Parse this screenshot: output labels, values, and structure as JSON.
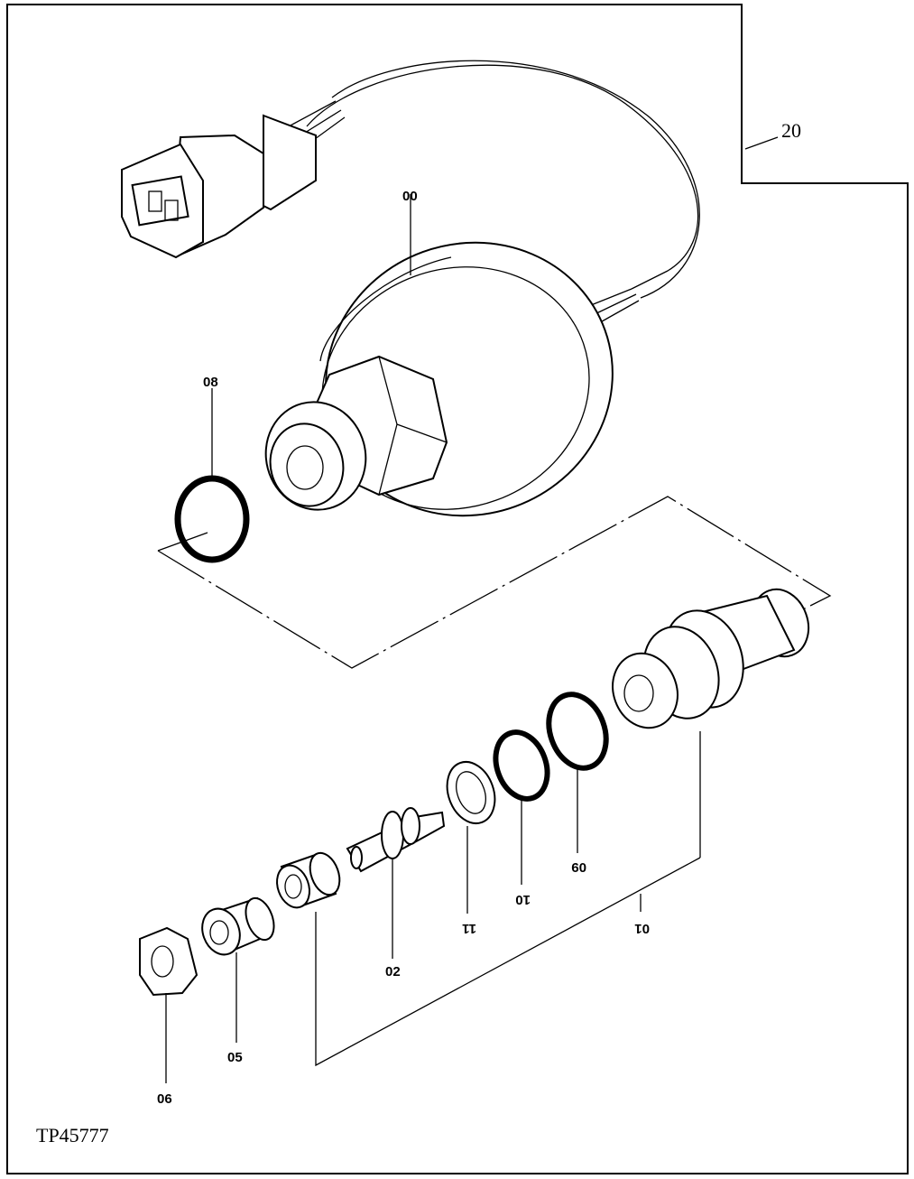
{
  "figure_code": "TP45777",
  "assembly_callout": "20",
  "parts": {
    "sensor": "00",
    "body": "01",
    "spool": "02",
    "plug": "05",
    "nut": "06",
    "oring_large": "08",
    "oring_body": "09",
    "oring_small": "10",
    "washer": "11"
  }
}
